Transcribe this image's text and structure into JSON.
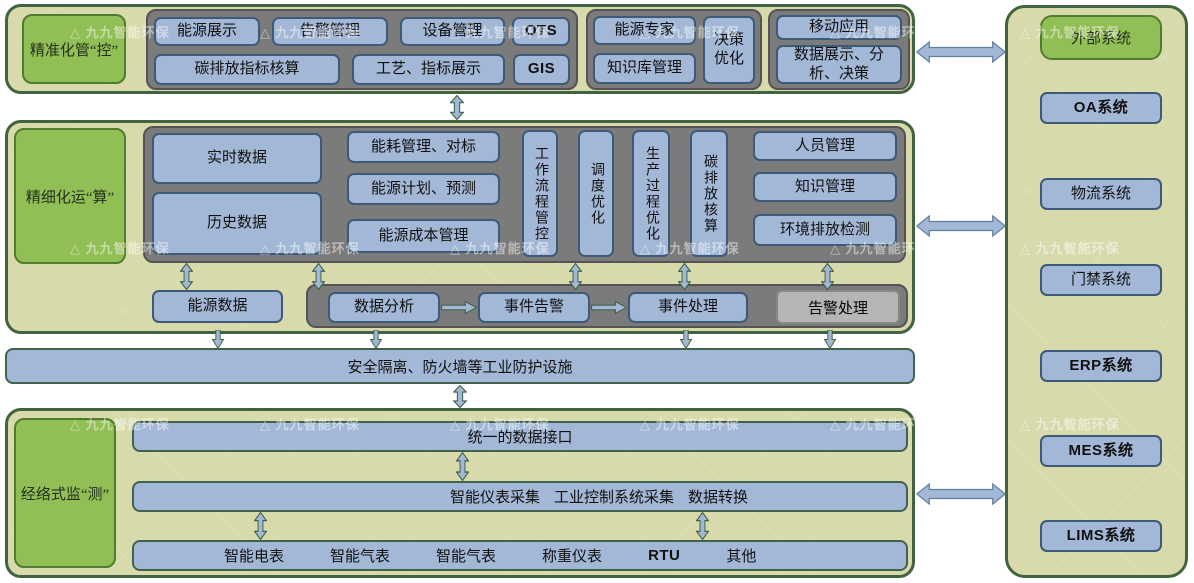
{
  "watermark": {
    "logo": "△",
    "text": "九九智能环保"
  },
  "top": {
    "label": "精准化管“控”",
    "row1": [
      "能源展示",
      "告警管理",
      "设备管理",
      "OTS"
    ],
    "row2": [
      "碳排放指标核算",
      "工艺、指标展示",
      "GIS"
    ],
    "expert": "能源专家",
    "knowledge_base": "知识库管理",
    "decision": "决策优化",
    "mobile": "移动应用",
    "data_display": "数据展示、分析、决策"
  },
  "middle": {
    "label": "精细化运“算”",
    "realtime": "实时数据",
    "history": "历史数据",
    "energy_mgmt": "能耗管理、对标",
    "energy_plan": "能源计划、预测",
    "energy_cost": "能源成本管理",
    "workflow": "工作流程管控",
    "dispatch": "调度优化",
    "production": "生产过程优化",
    "carbon": "碳排放核算",
    "personnel": "人员管理",
    "knowledge": "知识管理",
    "environment": "环境排放检测",
    "energy_data": "能源数据",
    "data_analysis": "数据分析",
    "event_alarm": "事件告警",
    "event_handle": "事件处理",
    "alarm_handle": "告警处理"
  },
  "firewall": {
    "label": "安全隔离、防火墙等工业防护设施"
  },
  "bottom": {
    "label": "经络式监“测”",
    "unified_interface": "统一的数据接口",
    "collect_parts": [
      "智能仪表采集",
      "工业控制系统采集",
      "数据转换"
    ],
    "devices": [
      "智能电表",
      "智能气表",
      "智能气表",
      "称重仪表",
      "RTU",
      "其他"
    ]
  },
  "right_column": {
    "external": "外部系统",
    "systems": [
      "OA系统",
      "物流系统",
      "门禁系统",
      "ERP系统",
      "MES系统",
      "LIMS系统"
    ]
  },
  "colors": {
    "section_bg": "#d8daab",
    "section_border": "#41633f",
    "green_box": "#92bf55",
    "blue_box": "#a3b8d6",
    "gray_container": "#7b7b7b",
    "light_gray_box": "#b5b5b5",
    "arrow_fill": "#a3b8d6"
  }
}
